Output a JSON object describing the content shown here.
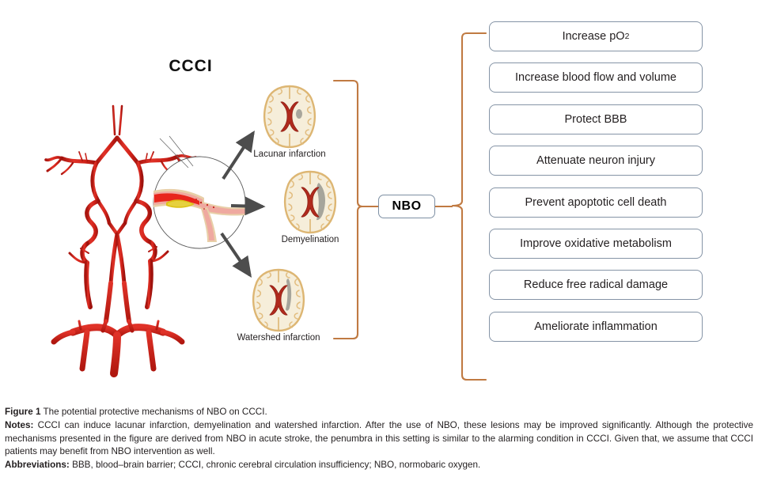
{
  "figure": {
    "title": "CCCI",
    "center_node": "NBO",
    "lesions": [
      {
        "id": "lacunar",
        "label": "Lacunar infarction"
      },
      {
        "id": "demyel",
        "label": "Demyelination"
      },
      {
        "id": "watershed",
        "label": "Watershed infarction"
      }
    ],
    "outcomes": [
      {
        "id": "increase-po2",
        "label": "Increase pO",
        "sub": "2"
      },
      {
        "id": "increase-blood-flow",
        "label": "Increase blood flow and volume"
      },
      {
        "id": "protect-bbb",
        "label": "Protect BBB"
      },
      {
        "id": "attenuate-neuron",
        "label": "Attenuate neuron injury"
      },
      {
        "id": "prevent-apoptosis",
        "label": "Prevent apoptotic cell death"
      },
      {
        "id": "improve-metabolism",
        "label": "Improve oxidative metabolism"
      },
      {
        "id": "reduce-free-radical",
        "label": "Reduce free radical damage"
      },
      {
        "id": "ameliorate-inflam",
        "label": "Ameliorate inflammation"
      }
    ],
    "colors": {
      "bracket": "#c07a42",
      "box_border": "#8594a6",
      "artery": "#cc1f17",
      "arrow": "#4d4d4d",
      "brain_cortex": "#f5ecd6",
      "brain_outline": "#e0b878",
      "ventricle": "#b0281c",
      "lesion": "#9a9a92",
      "plaque": "#e0c216"
    }
  },
  "caption": {
    "figure_lead": "Figure 1",
    "figure_text": " The potential protective mechanisms of NBO on CCCI.",
    "notes_lead": "Notes:",
    "notes_text": " CCCI can induce lacunar infarction, demyelination and watershed infarction. After the use of NBO, these lesions may be improved significantly. Although the protective mechanisms presented in the figure are derived from NBO in acute stroke, the penumbra in this setting is similar to the alarming condition in CCCI. Given that, we assume that CCCI patients may benefit from NBO intervention as well.",
    "abbrev_lead": "Abbreviations:",
    "abbrev_text": " BBB, blood–brain barrier; CCCI, chronic cerebral circulation insufficiency; NBO, normobaric oxygen."
  }
}
